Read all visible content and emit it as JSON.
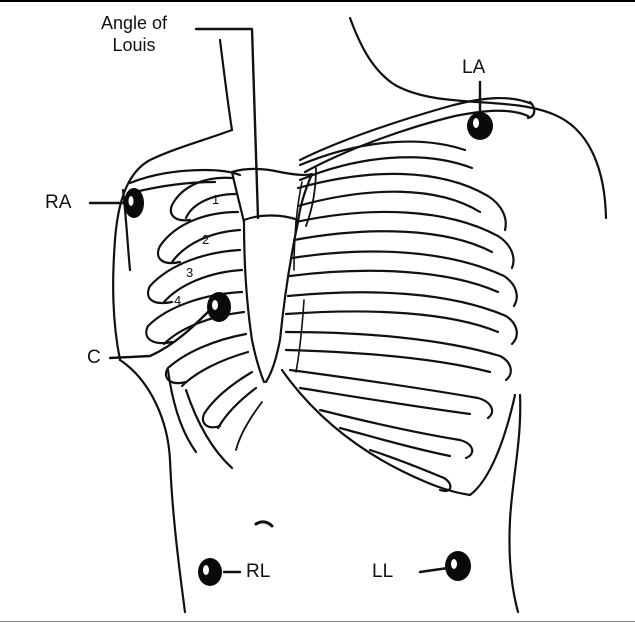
{
  "labels": {
    "angle_of_louis_line1": "Angle of",
    "angle_of_louis_line2": "Louis",
    "la": "LA",
    "ra": "RA",
    "c": "C",
    "rl": "RL",
    "ll": "LL"
  },
  "rib_numbers": [
    "1",
    "2",
    "3",
    "4"
  ],
  "colors": {
    "ink": "#111111",
    "electrode": "#0a0a0a",
    "background": "#ffffff"
  }
}
